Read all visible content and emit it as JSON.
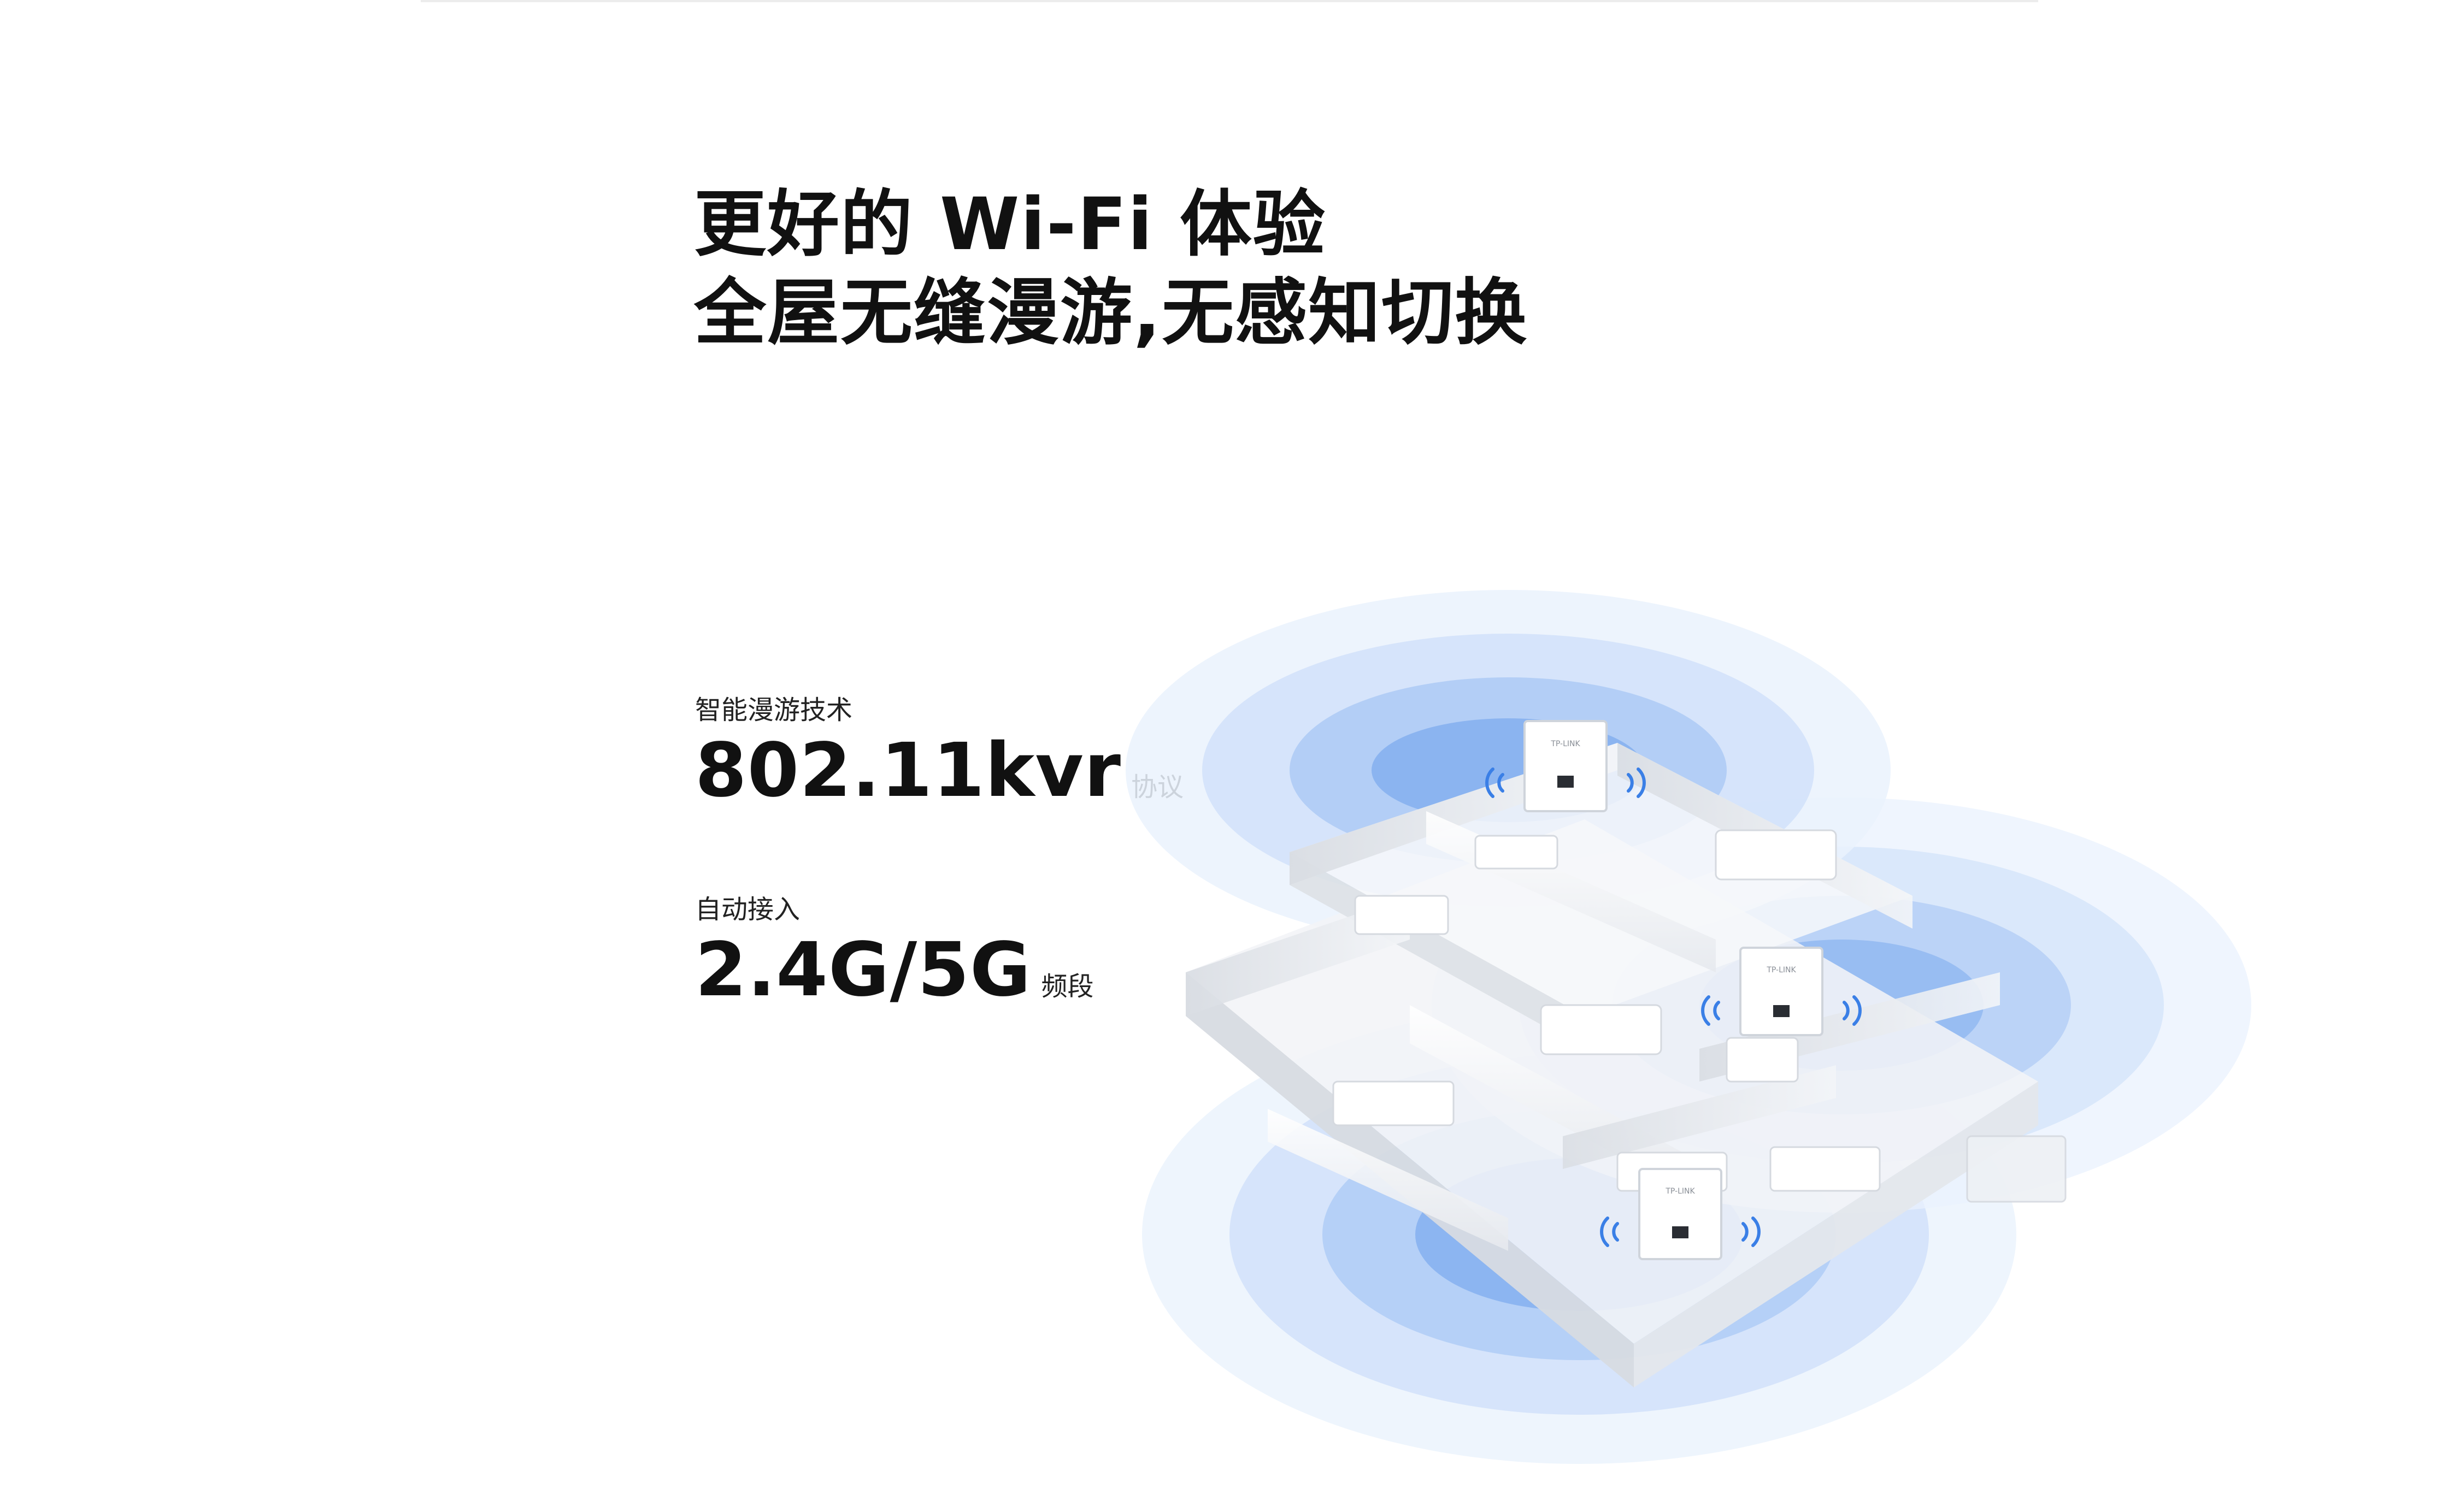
{
  "headline": {
    "line1": "更好的 Wi-Fi 体验",
    "line2": "全屋无缝漫游,无感知切换"
  },
  "features": [
    {
      "caption": "智能漫游技术",
      "value": "802.11kvr",
      "unit": "协议"
    },
    {
      "caption": "自动接入",
      "value": "2.4G/5G",
      "unit": "频段"
    }
  ],
  "illustration": {
    "access_points": [
      {
        "label": "TP-LINK"
      },
      {
        "label": "TP-LINK"
      },
      {
        "label": "TP-LINK"
      }
    ]
  },
  "colors": {
    "signal_blue": "#4a8fe8",
    "signal_light": "#d9e8fb",
    "text": "#111111",
    "background": "#ffffff"
  }
}
